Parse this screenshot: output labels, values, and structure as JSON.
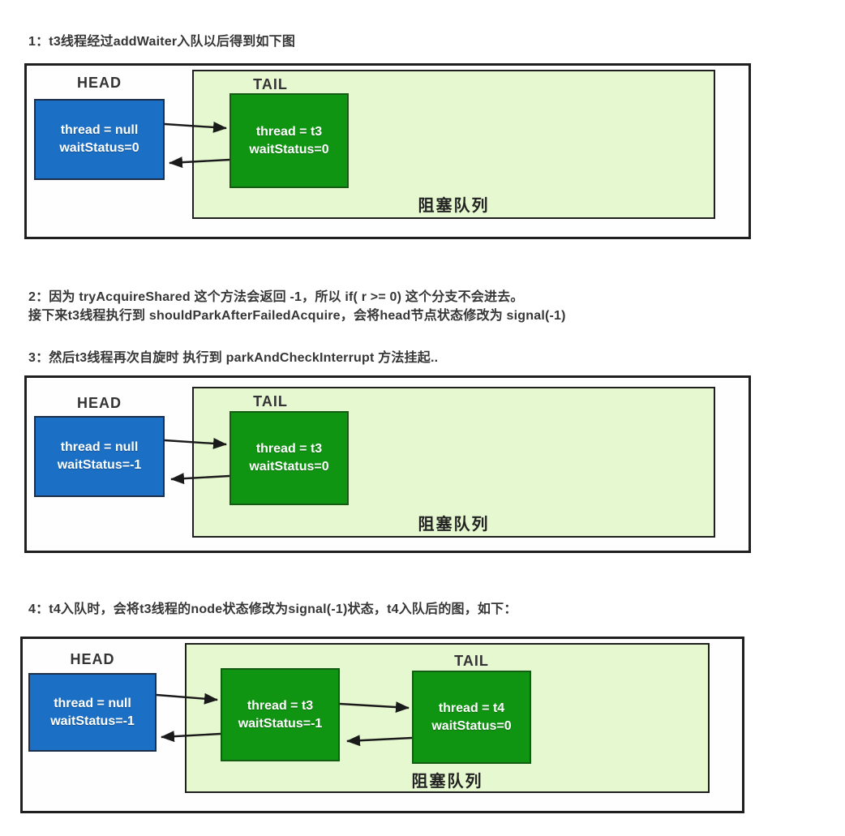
{
  "headings": {
    "step1": "1：t3线程经过addWaiter入队以后得到如下图",
    "step2_line1": "2：因为 tryAcquireShared 这个方法会返回 -1，所以 if( r >= 0) 这个分支不会进去。",
    "step2_line2": "接下来t3线程执行到 shouldParkAfterFailedAcquire，会将head节点状态修改为 signal(-1)",
    "step3": "3：然后t3线程再次自旋时 执行到 parkAndCheckInterrupt 方法挂起..",
    "step4": "4：t4入队时，会将t3线程的node状态修改为signal(-1)状态，t4入队后的图，如下："
  },
  "diagrams": {
    "d1": {
      "head_label": "HEAD",
      "tail_label": "TAIL",
      "queue_label": "阻塞队列",
      "head_node": {
        "line1": "thread = null",
        "line2": "waitStatus=0"
      },
      "tail_node": {
        "line1": "thread = t3",
        "line2": "waitStatus=0"
      }
    },
    "d2": {
      "head_label": "HEAD",
      "tail_label": "TAIL",
      "queue_label": "阻塞队列",
      "head_node": {
        "line1": "thread = null",
        "line2": "waitStatus=-1"
      },
      "tail_node": {
        "line1": "thread = t3",
        "line2": "waitStatus=0"
      }
    },
    "d3": {
      "head_label": "HEAD",
      "tail_label": "TAIL",
      "queue_label": "阻塞队列",
      "head_node": {
        "line1": "thread = null",
        "line2": "waitStatus=-1"
      },
      "mid_node": {
        "line1": "thread = t3",
        "line2": "waitStatus=-1"
      },
      "tail_node": {
        "line1": "thread = t4",
        "line2": "waitStatus=0"
      }
    }
  },
  "colors": {
    "head_node_fill": "#1b6fc5",
    "queue_node_fill": "#109512",
    "queue_area_fill": "#e6f8cf",
    "arrow": "#1a1a1a"
  }
}
